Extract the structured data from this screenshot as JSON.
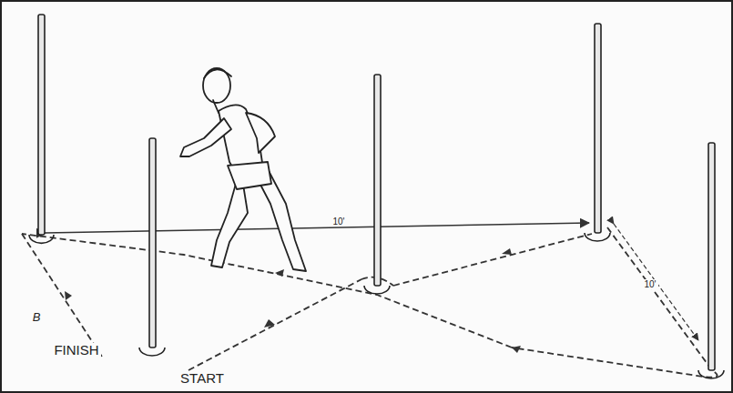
{
  "diagram": {
    "labels": [
      "10'",
      "10'",
      "B",
      "FINISH",
      "START"
    ]
  }
}
